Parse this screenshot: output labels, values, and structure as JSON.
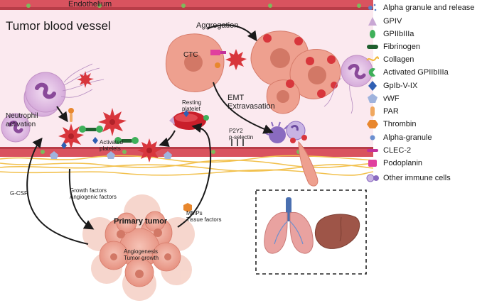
{
  "title": "Tumor blood vessel",
  "endothelium": "Endothelium",
  "labels": {
    "aggregation": "Aggregation",
    "ctc": "CTC",
    "emt": "EMT",
    "extravasation": "Extravasation",
    "neutrophil_line1": "Neutrophil",
    "neutrophil_line2": "activation",
    "resting_line1": "Resting",
    "resting_line2": "platelet",
    "activated_line1": "Activated",
    "activated_line2": "platelets",
    "p2y2": "P2Y2",
    "pselectin": "p-selectin",
    "gcsf": "G-CSF",
    "growth_line1": "Growth factors",
    "growth_line2": "Angiogenic factors",
    "mmps_line1": "MMPs",
    "mmps_line2": "Tissue factors",
    "primary_tumor": "Primary tumor",
    "angio_line1": "Angiogenesis",
    "angio_line2": "Tumor growth"
  },
  "legend": [
    {
      "icon": "alpha-granule-release-icon",
      "label": "Alpha granule and release",
      "color": "#5b7fc7"
    },
    {
      "icon": "gpiv-icon",
      "label": "GPIV",
      "color": "#c9a8d4"
    },
    {
      "icon": "gpiibiiia-icon",
      "label": "GPIIbIIIa",
      "color": "#3fb05a"
    },
    {
      "icon": "fibrinogen-icon",
      "label": "Fibrinogen",
      "color": "#1f5f2e"
    },
    {
      "icon": "collagen-icon",
      "label": "Collagen",
      "color": "#f2b73a"
    },
    {
      "icon": "activated-gpiibiiia-icon",
      "label": "Activated GPIIbIIIa",
      "color": "#3fb05a"
    },
    {
      "icon": "gpib-v-ix-icon",
      "label": "GpIb-V-IX",
      "color": "#2f5fb3"
    },
    {
      "icon": "vwf-icon",
      "label": "vWF",
      "color": "#9fb3dd"
    },
    {
      "icon": "par-icon",
      "label": "PAR",
      "color": "#f0a860"
    },
    {
      "icon": "thrombin-icon",
      "label": "Thrombin",
      "color": "#e8872d"
    },
    {
      "icon": "alpha-granule-icon",
      "label": "Alpha-granule",
      "color": "#6b8fd0"
    },
    {
      "icon": "clec2-icon",
      "label": "CLEC-2",
      "color": "#c2309a"
    },
    {
      "icon": "podoplanin-icon",
      "label": "Podoplanin",
      "color": "#e0409e"
    },
    {
      "icon": "immune-cells-icon",
      "label": "Other immune cells",
      "color": "#8a6bc0"
    }
  ],
  "colors": {
    "lumen": "#fbe9ef",
    "endothelium": "#d9535f",
    "tumor_cell": "#eea08f",
    "platelet": "#d8363c",
    "neutrophil": "#d9b2dc",
    "collagen": "#f2c14e"
  }
}
